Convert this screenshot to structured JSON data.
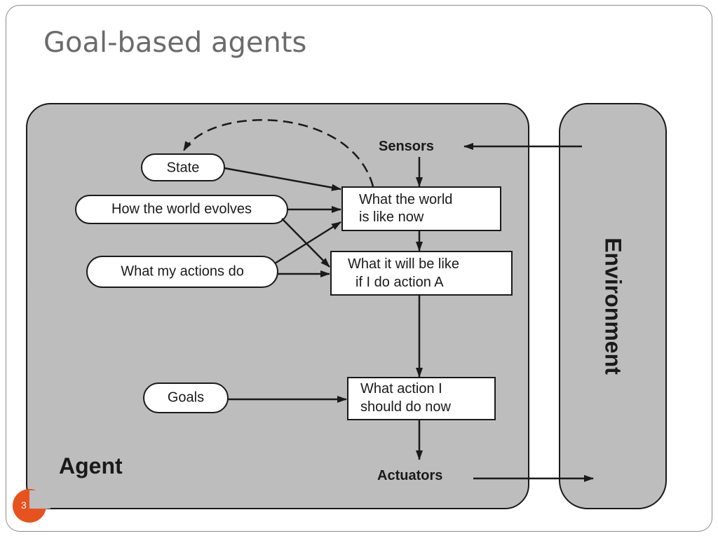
{
  "slide": {
    "title": "Goal-based agents",
    "page_number": "3"
  },
  "diagram": {
    "agent_label": "Agent",
    "environment_label": "Environment",
    "sensors_label": "Sensors",
    "actuators_label": "Actuators",
    "inputs": {
      "state": "State",
      "how_world_evolves": "How the world evolves",
      "what_my_actions_do": "What my actions do",
      "goals": "Goals"
    },
    "boxes": {
      "world_now": [
        "What the world",
        "is like now"
      ],
      "world_if_action": [
        "What it will be like",
        "if I do action A"
      ],
      "action_now": [
        "What action I",
        "should do now"
      ]
    }
  }
}
